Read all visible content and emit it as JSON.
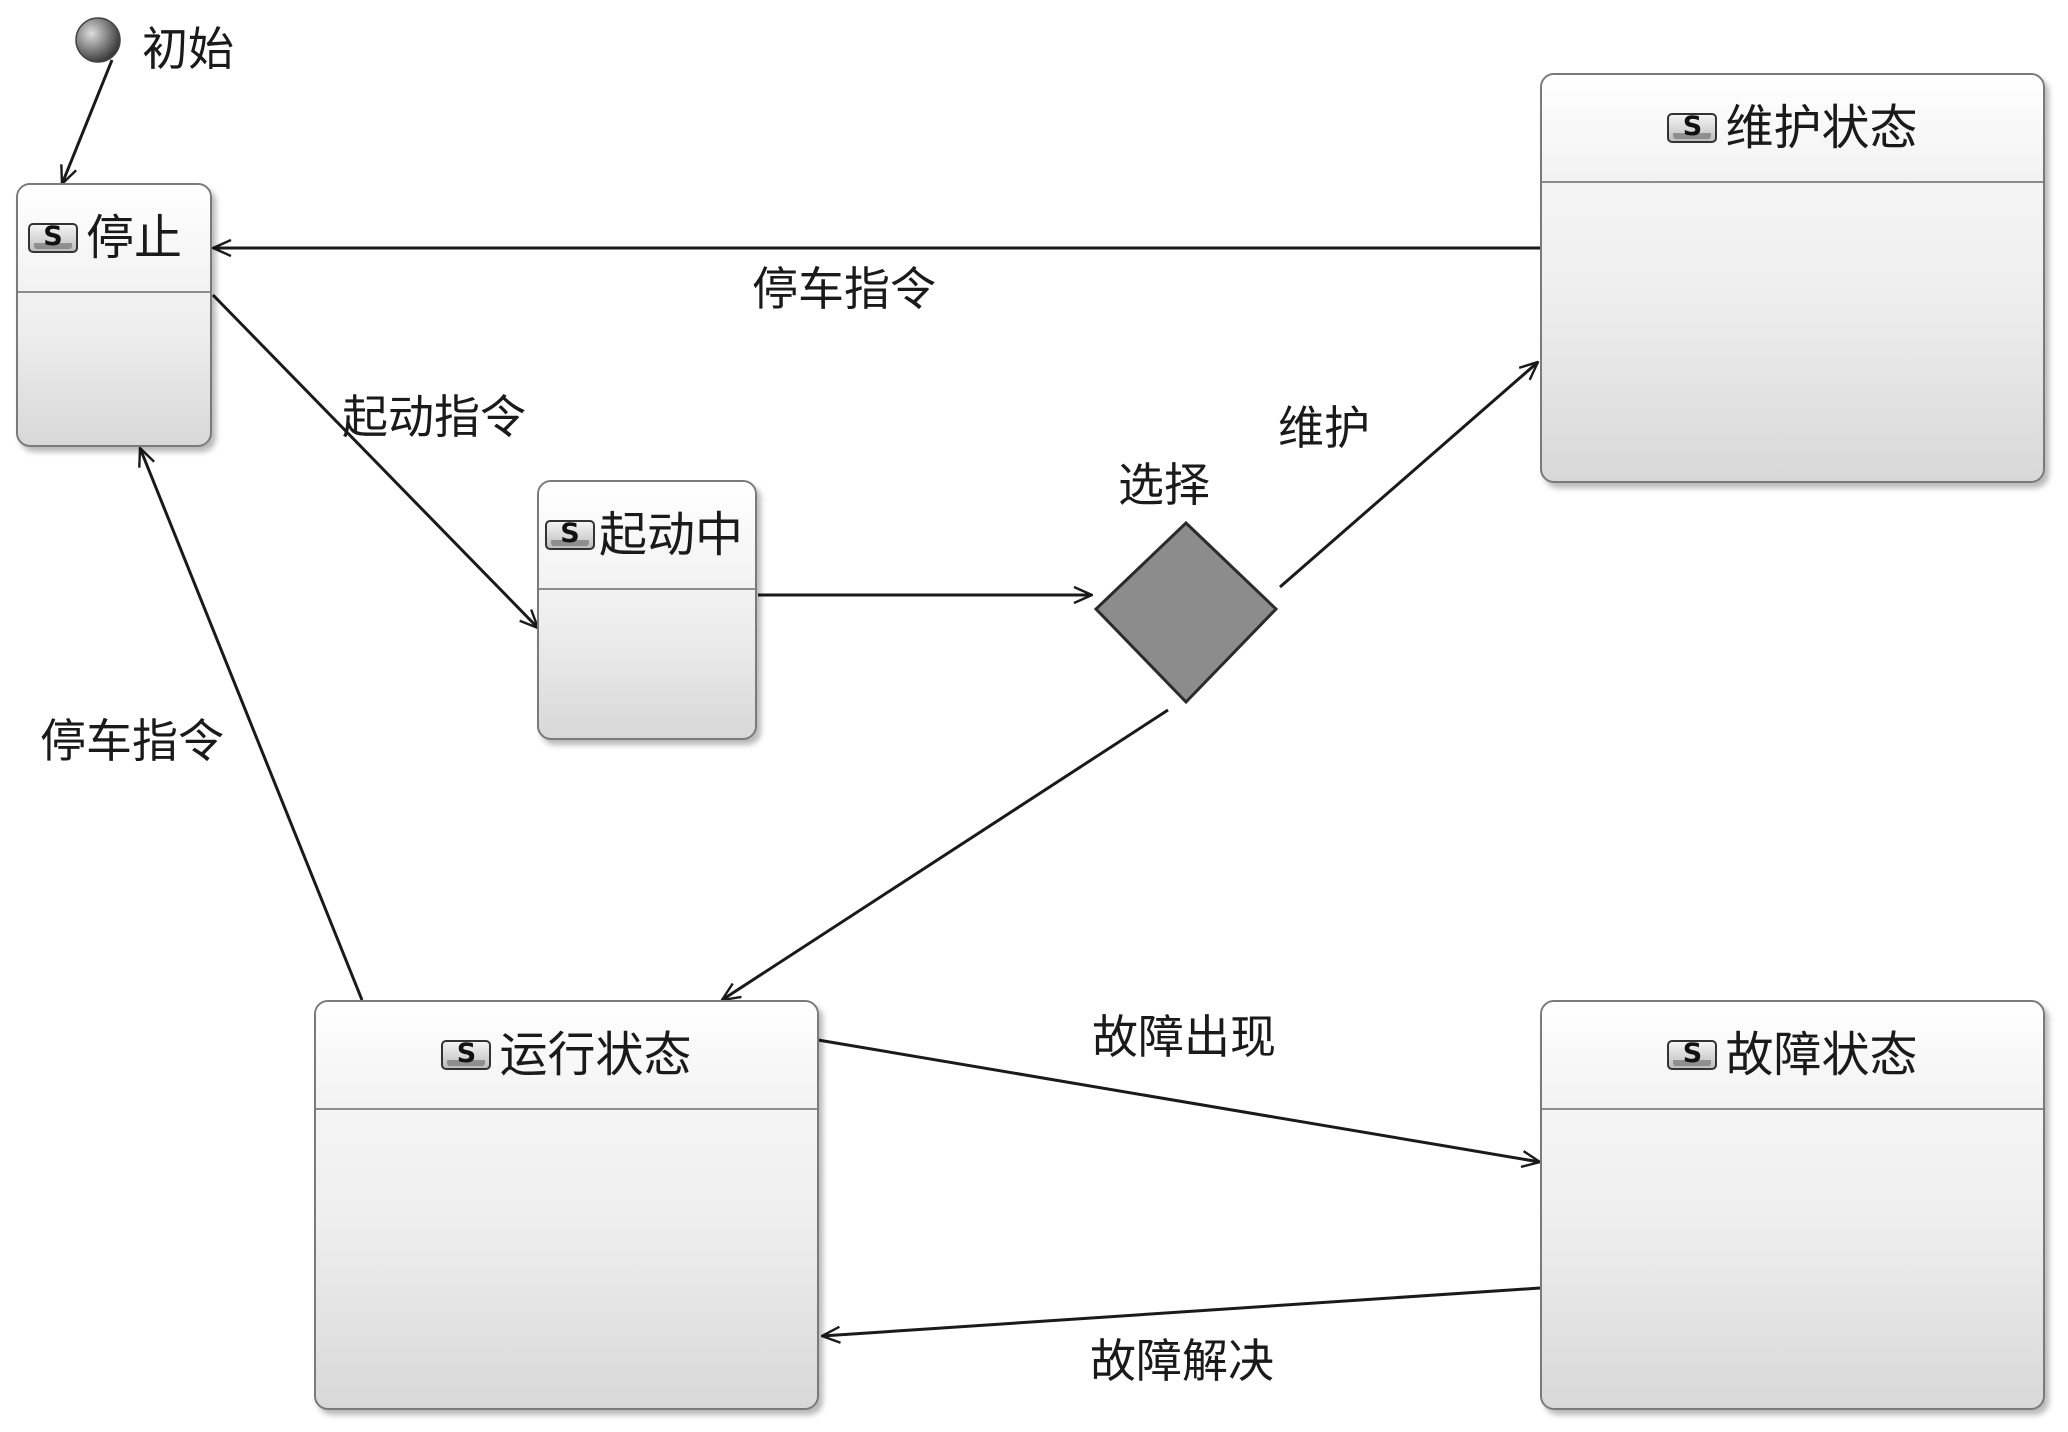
{
  "initial": {
    "label": "初始"
  },
  "states": {
    "stop": {
      "name": "停止",
      "icon": "S"
    },
    "starting": {
      "name": "起动中",
      "icon": "S"
    },
    "maintenance": {
      "name": "维护状态",
      "icon": "S"
    },
    "running": {
      "name": "运行状态",
      "icon": "S"
    },
    "fault": {
      "name": "故障状态",
      "icon": "S"
    }
  },
  "choice": {
    "label": "选择"
  },
  "transitions": {
    "maintenance_to_stop": "停车指令",
    "stop_to_starting": "起动指令",
    "choice_to_maintenance": "维护",
    "running_to_stop": "停车指令",
    "running_to_fault": "故障出现",
    "fault_to_running": "故障解决"
  },
  "colors": {
    "line": "#1a1a1a",
    "border": "#7a7a7a",
    "choice_fill": "#8c8c8c"
  }
}
